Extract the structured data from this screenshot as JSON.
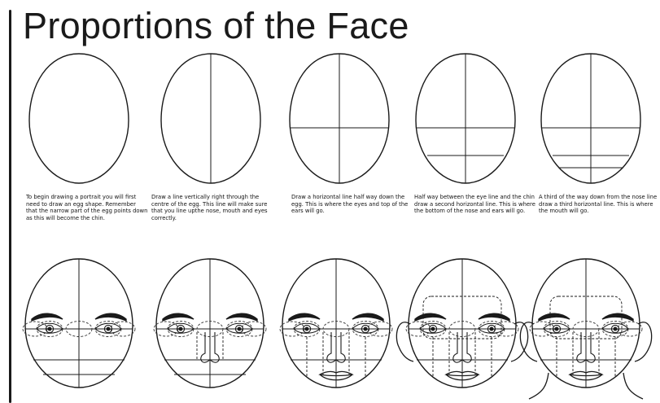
{
  "title": "Proportions of the Face",
  "steps": [
    {
      "text": "To begin drawing a portrait you will first need to draw an egg shape. Remember that the narrow part of the egg points down as this will become the chin."
    },
    {
      "text": "Draw a line vertically right through the centre of the egg. This line will make sure that you line upthe nose, mouth and eyes correctly."
    },
    {
      "text": "Draw a horizontal line half way down the egg. This is where the eyes and top of the ears will go."
    },
    {
      "text": "Half way between the eye line and the chin draw a second horizontal line. This is where the bottom of the nose and ears will go."
    },
    {
      "text": "A third of the way down from the nose line draw a third horizontal line. This is where the mouth will go."
    }
  ],
  "colors": {
    "ink": "#1a1a1a",
    "guide": "#333333",
    "paper": "#ffffff"
  }
}
